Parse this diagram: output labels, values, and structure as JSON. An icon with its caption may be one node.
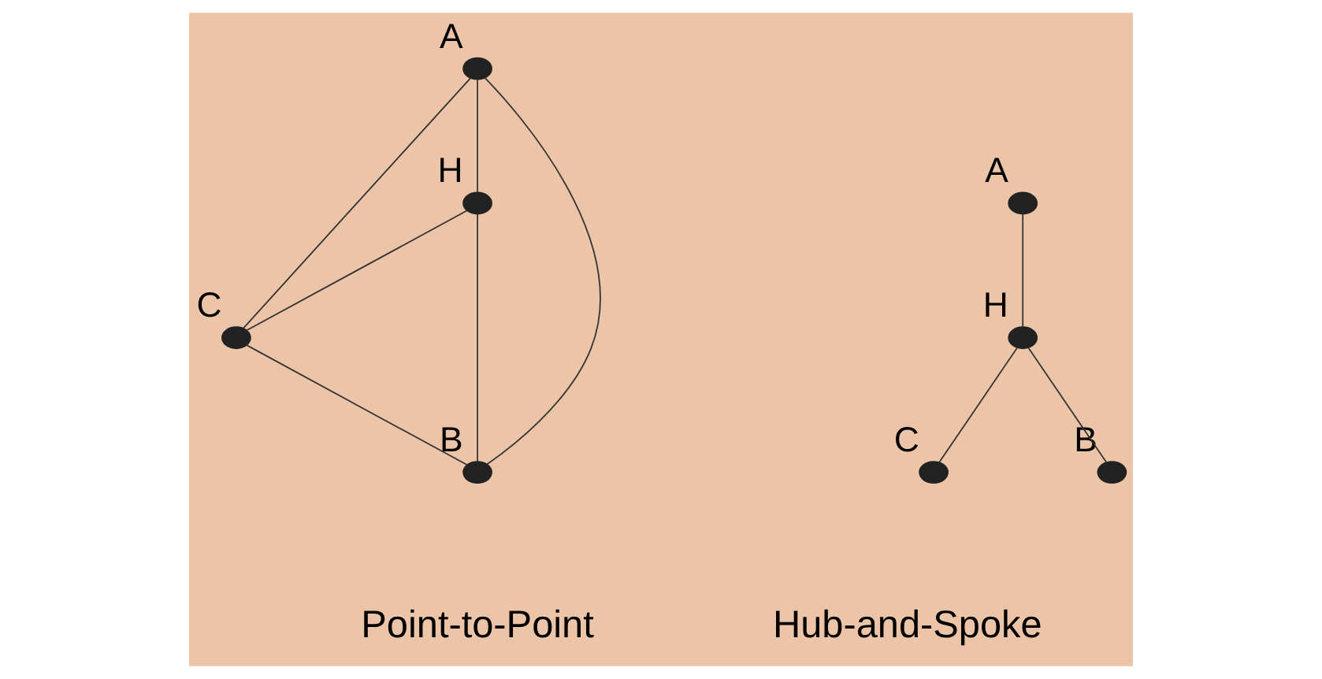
{
  "diagram": {
    "nodes": [
      {
        "text": [],
        "shape": "circle",
        "beside": [
          "A"
        ]
      },
      {
        "text": [],
        "shape": "circle",
        "beside": [
          "H"
        ]
      },
      {
        "text": [],
        "shape": "circle",
        "beside": [
          "C"
        ]
      },
      {
        "text": [],
        "shape": "circle",
        "beside": [
          "B"
        ]
      },
      {
        "text": [],
        "shape": "circle",
        "beside": [
          "A"
        ]
      },
      {
        "text": [],
        "shape": "circle",
        "beside": [
          "H"
        ]
      },
      {
        "text": [],
        "shape": "circle",
        "beside": [
          "C"
        ]
      },
      {
        "text": [],
        "shape": "circle",
        "beside": [
          "B"
        ]
      }
    ],
    "edges": [
      {
        "from": 0,
        "to": 1,
        "arrow": "none"
      },
      {
        "from": 0,
        "to": 2,
        "arrow": "none"
      },
      {
        "from": 0,
        "to": 3,
        "arrow": "none"
      },
      {
        "from": 1,
        "to": 2,
        "arrow": "none"
      },
      {
        "from": 1,
        "to": 3,
        "arrow": "none"
      },
      {
        "from": 2,
        "to": 3,
        "arrow": "none"
      },
      {
        "from": 4,
        "to": 5,
        "arrow": "none"
      },
      {
        "from": 5,
        "to": 6,
        "arrow": "none"
      },
      {
        "from": 5,
        "to": 7,
        "arrow": "none"
      }
    ],
    "labels": [
      "Point-to-Point",
      "Hub-and-Spoke"
    ]
  }
}
